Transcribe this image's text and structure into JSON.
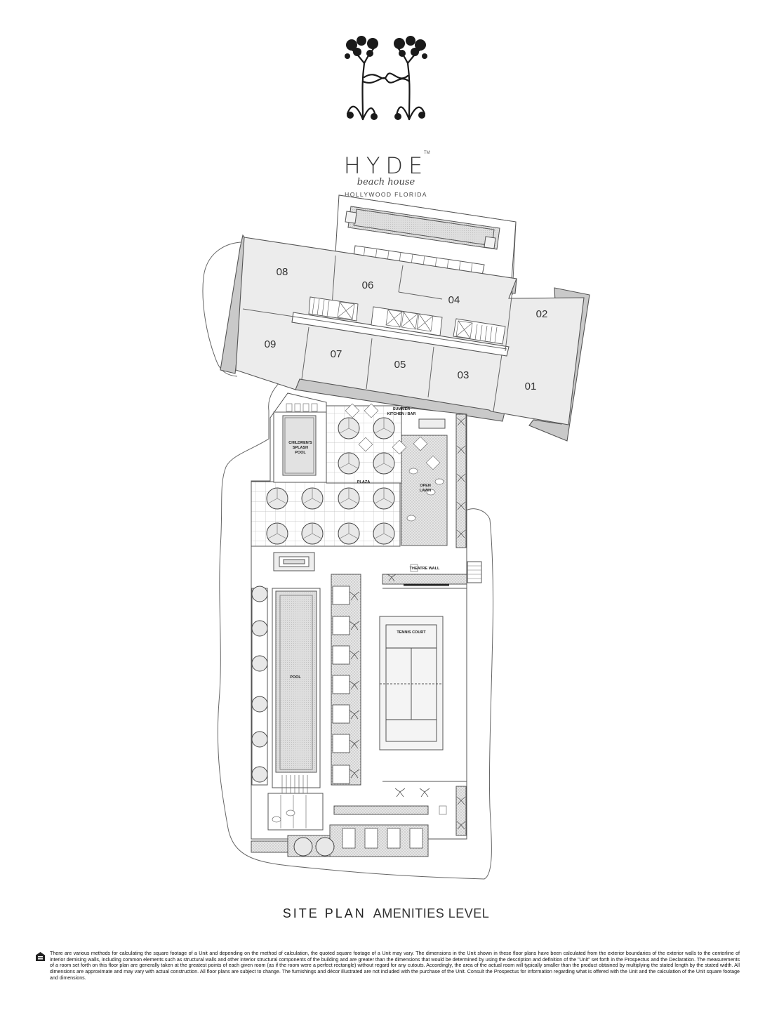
{
  "brand": {
    "name": "HYDE",
    "tagline": "beach house",
    "location": "HOLLYWOOD FLORIDA",
    "trademark": "TM"
  },
  "units": [
    {
      "id": "08"
    },
    {
      "id": "06"
    },
    {
      "id": "04"
    },
    {
      "id": "02"
    },
    {
      "id": "09"
    },
    {
      "id": "07"
    },
    {
      "id": "05"
    },
    {
      "id": "03"
    },
    {
      "id": "01"
    }
  ],
  "amenities": {
    "summer_kitchen_line1": "SUMMER",
    "summer_kitchen_line2": "KITCHEN / BAR",
    "splash_pool_line1": "CHILDREN'S",
    "splash_pool_line2": "SPLASH",
    "splash_pool_line3": "POOL",
    "plaza": "PLAZA",
    "open_lawn_line1": "OPEN",
    "open_lawn_line2": "LAWN",
    "theatre_wall": "THEATRE WALL",
    "tennis_court": "TENNIS COURT",
    "pool": "POOL"
  },
  "footer": {
    "title_bold": "SITE PLAN",
    "title_light": "AMENITIES LEVEL",
    "disclaimer": "There are various methods for calculating the square footage of a Unit and depending on the method of calculation, the quoted square footage of a Unit may vary.  The dimensions in the Unit shown in these floor plans have been calculated from the exterior boundaries of the exterior walls to the centerline of interior demising walls, including common elements such as structural walls and other interior structural components of the building and are greater than the dimensions that would be determined by using the description and definition of the \"Unit\" set forth in the Prospectus and the Declaration.  The measurements of a room set forth on this floor plan are generally taken at the greatest points of each given room (as if the room were a perfect rectangle) without regard for any cutouts.  Accordingly, the area of the actual room will typically smaller than the product obtained by multiplying the stated length by the stated width.  All dimensions are approximate and may vary with actual construction. All floor plans are subject to change.  The furnishings and décor illustrated are not included with the purchase of the Unit.  Consult the Prospectus for information regarding what is offered with the Unit and the calculation of the Unit square footage and dimensions."
  },
  "colors": {
    "unit_fill": "#ececec",
    "balcony_fill": "#c8c8c8",
    "line": "#555555"
  }
}
